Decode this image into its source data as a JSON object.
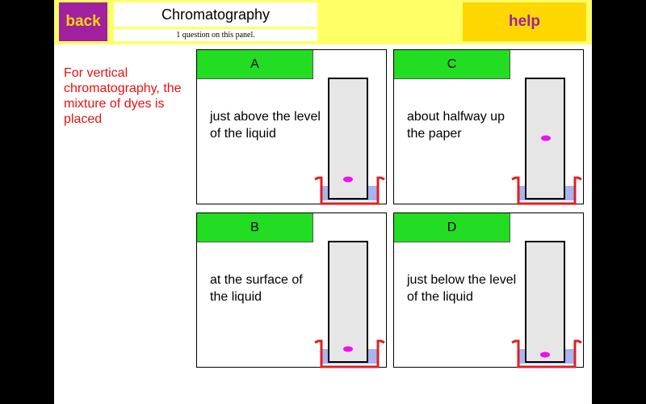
{
  "header": {
    "back_label": "back",
    "title": "Chromatography",
    "subtitle": "1 question on this panel.",
    "help_label": "help"
  },
  "question": "For vertical chromatography, the mixture of dyes is placed",
  "options": [
    {
      "label": "A",
      "text": "just above the level of the liquid",
      "spot_level": "above-liquid"
    },
    {
      "label": "C",
      "text": "about halfway up the paper",
      "spot_level": "halfway"
    },
    {
      "label": "B",
      "text": "at the surface of the liquid",
      "spot_level": "at-surface"
    },
    {
      "label": "D",
      "text": "just below the level of the liquid",
      "spot_level": "below-liquid"
    }
  ],
  "colors": {
    "page_background": "#000000",
    "header_background": "#ffff66",
    "back_button": "#a020a0",
    "help_button": "#ffd700",
    "button_text_back": "#ffd700",
    "button_text_help": "#a020a0",
    "question_text": "#e81010",
    "option_label": "#22dd22",
    "paper": "#e6e6e6",
    "solvent": "#aab4f0",
    "beaker": "#e02020",
    "dye_spot": "#ee10ee"
  }
}
